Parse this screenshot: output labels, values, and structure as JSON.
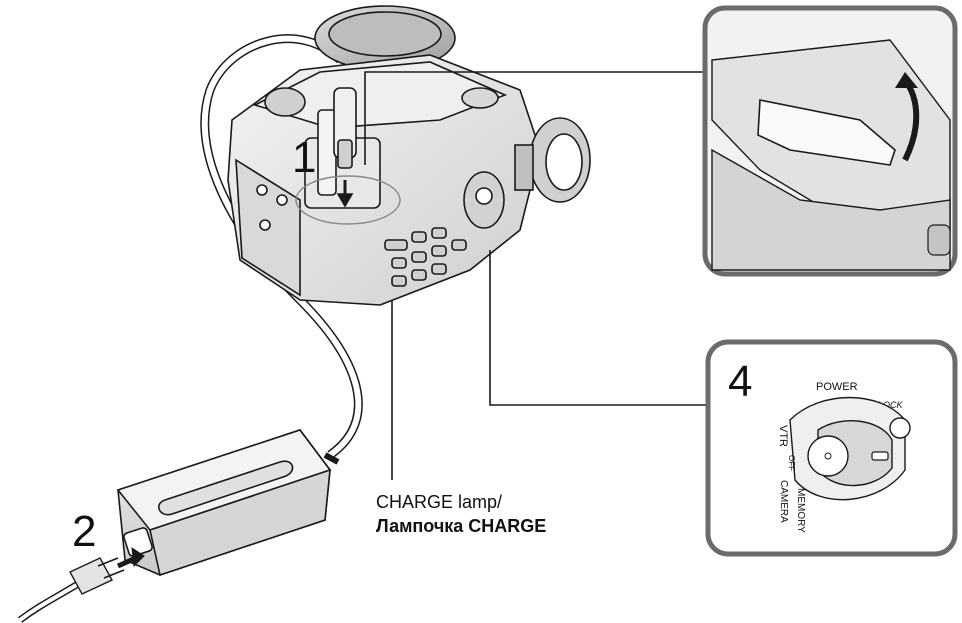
{
  "steps": {
    "step1": "1",
    "step2": "2",
    "step4": "4"
  },
  "lamp_label": {
    "en": "CHARGE lamp/",
    "ru": "Лампочка CHARGE"
  },
  "dial": {
    "power": "POWER",
    "lock": "LOCK",
    "vtr": "VTR",
    "off": "OFF",
    "camera": "CAMERA",
    "memory": "MEMORY"
  },
  "colors": {
    "line": "#1a1a1a",
    "callout_border": "#666666",
    "body_fill": "#e6e6e6",
    "dark_fill": "#bdbdbd"
  }
}
